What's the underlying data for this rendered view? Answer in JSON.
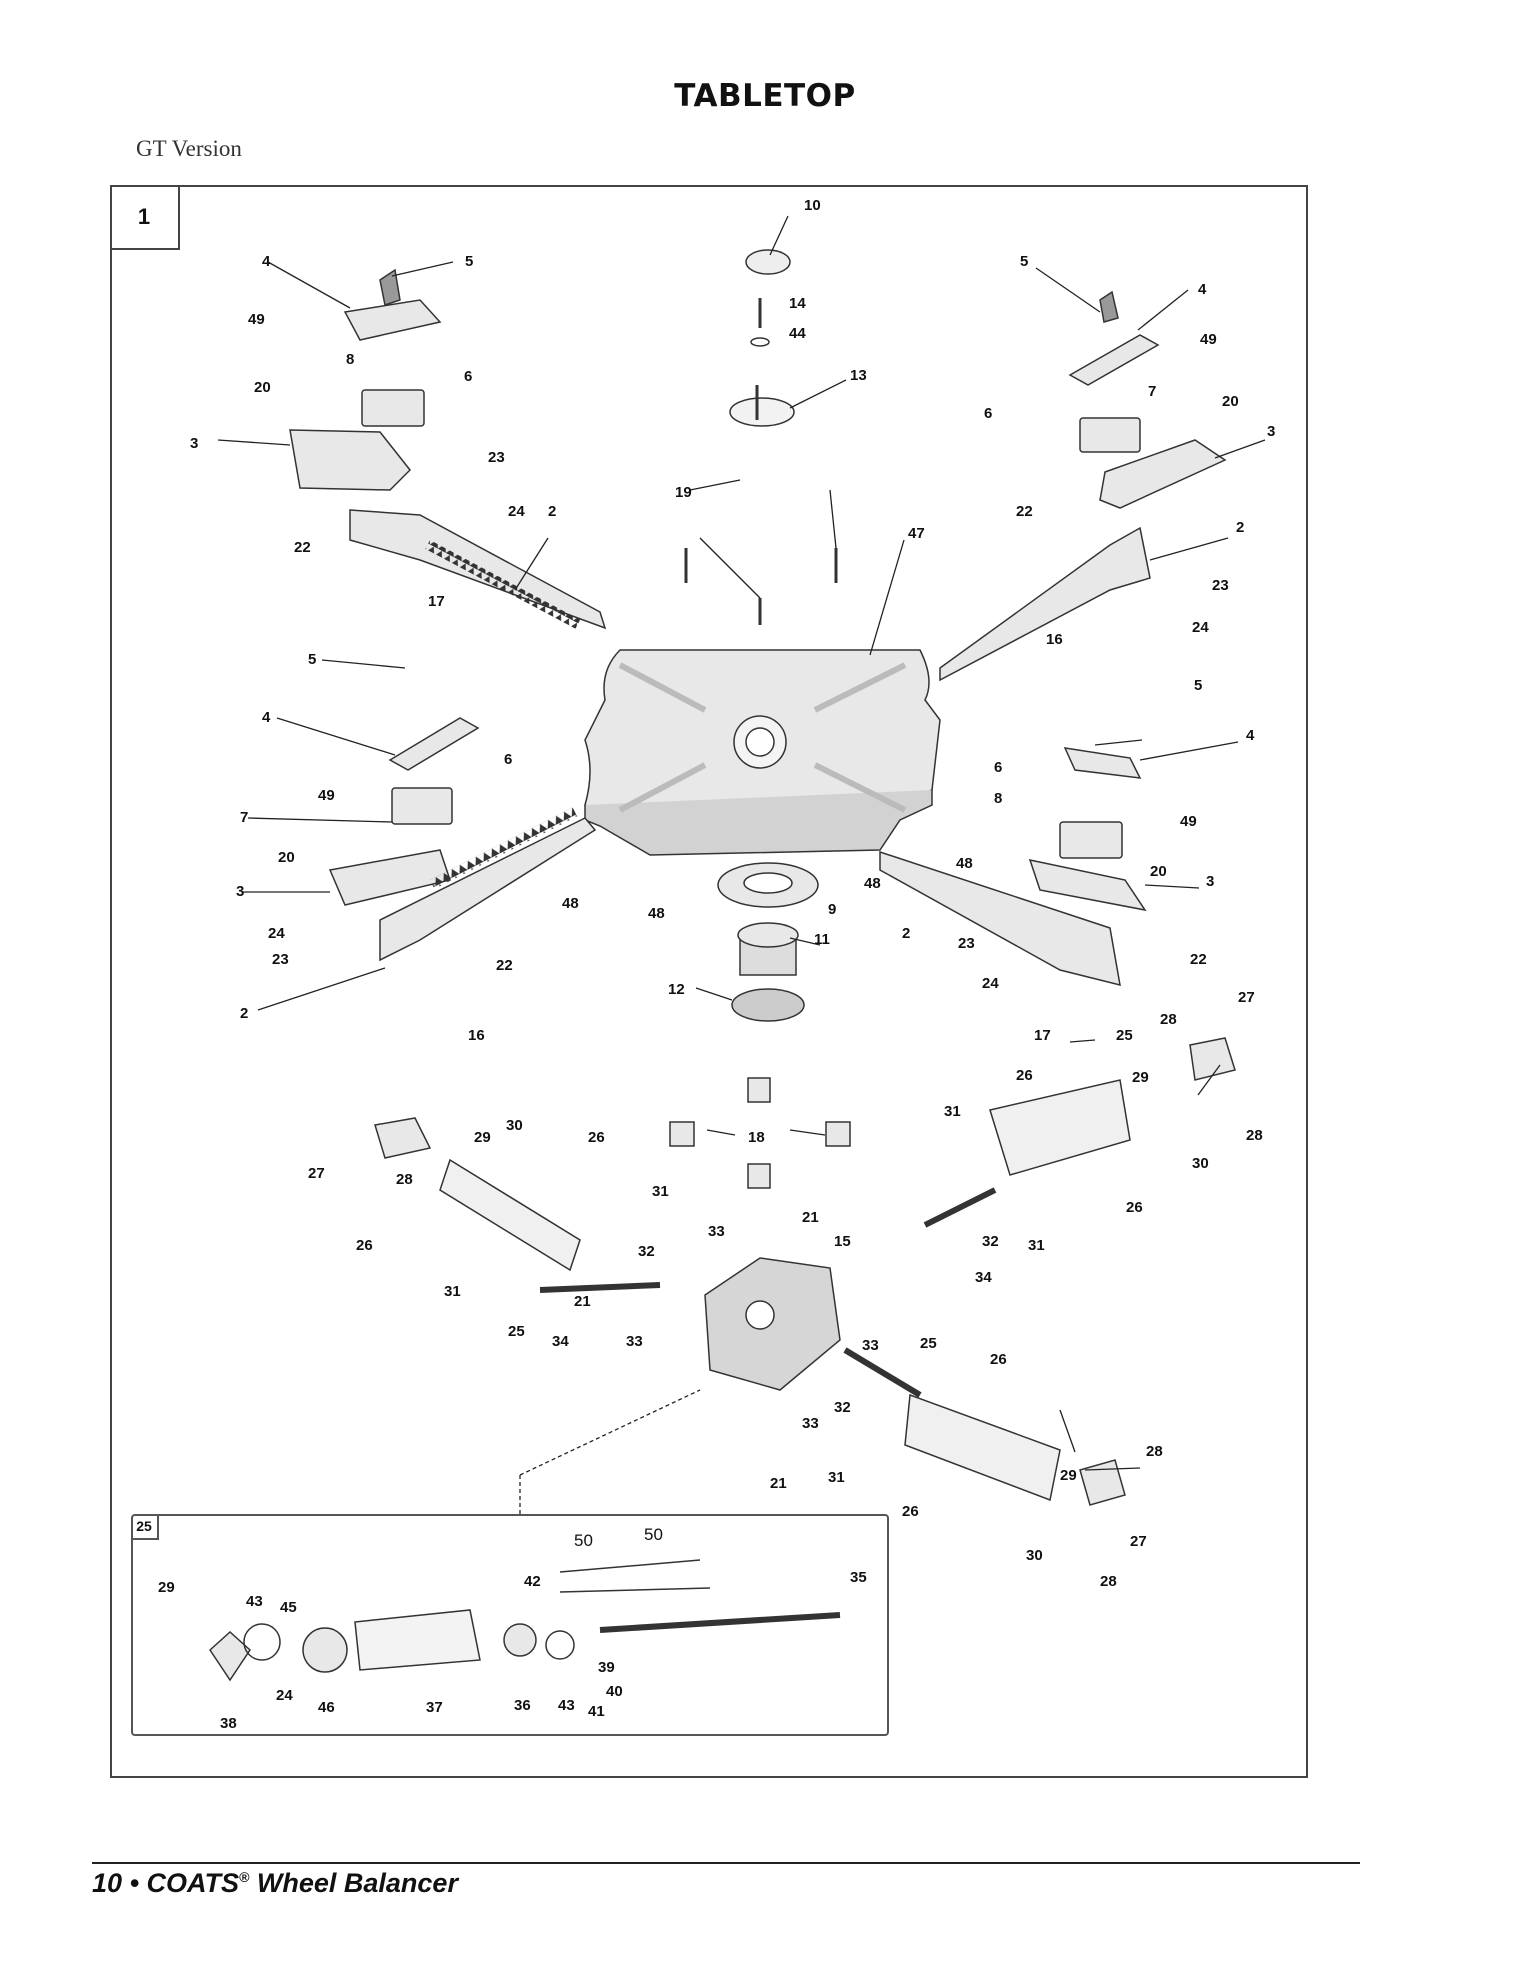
{
  "page": {
    "title": "TABLETOP",
    "subtitle": "GT Version",
    "figure_number": "1",
    "inset_number": "25",
    "footer": {
      "page_number": "10",
      "bullet": "•",
      "brand": "COATS",
      "registered": "®",
      "product": "Wheel Balancer"
    }
  },
  "callouts": [
    "1",
    "2",
    "3",
    "4",
    "5",
    "6",
    "7",
    "8",
    "9",
    "10",
    "11",
    "12",
    "13",
    "14",
    "15",
    "16",
    "17",
    "18",
    "19",
    "20",
    "21",
    "22",
    "23",
    "24",
    "25",
    "26",
    "27",
    "28",
    "29",
    "30",
    "31",
    "32",
    "33",
    "34",
    "35",
    "36",
    "37",
    "38",
    "39",
    "40",
    "41",
    "42",
    "43",
    "44",
    "45",
    "46",
    "47",
    "48",
    "49",
    "50"
  ],
  "diagram": {
    "description_none": "",
    "colors": {
      "line": "#333333",
      "part_fill": "#e6e6e6",
      "dark": "#555555"
    }
  }
}
